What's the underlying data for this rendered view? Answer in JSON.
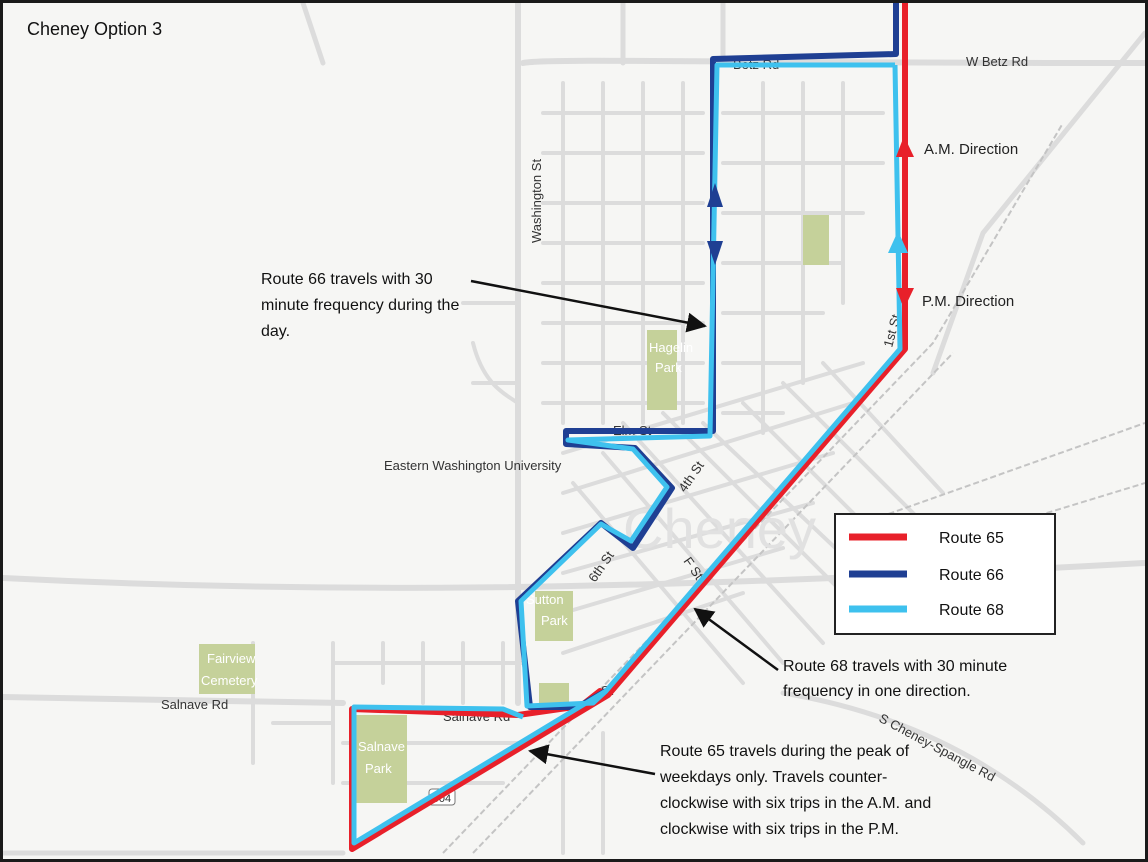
{
  "title": "Cheney Option 3",
  "streets": {
    "w_betz": "W Betz Rd",
    "betz_partial": "Betz Rd",
    "washington": "Washington St",
    "first": "1st St",
    "sixth": "6th St",
    "fourth": "4th St",
    "f_st": "F St",
    "elm": "Elm St",
    "salnave": "Salnave Rd",
    "salnave_partial": "Salnave Rd",
    "cheney_spangle": "S Cheney-Spangle Rd",
    "st_abbrev": "St"
  },
  "places": {
    "ewu": "Eastern Washington University",
    "hagelin_1": "Hagelin",
    "hagelin_2": "Park",
    "sutton_1": "Sutton",
    "sutton_2": "Park",
    "fairview_1": "Fairview",
    "fairview_2": "Cemetery",
    "salnave_park_1": "Salnave",
    "salnave_park_2": "Park",
    "city": "Cheney",
    "highway_shield": "904"
  },
  "directions": {
    "am": "A.M. Direction",
    "pm": "P.M. Direction"
  },
  "callouts": {
    "route66": [
      "Route 66 travels with 30",
      "minute frequency during the",
      "day."
    ],
    "route68": [
      "Route 68 travels with 30 minute",
      "frequency in one direction."
    ],
    "route65": [
      "Route 65 travels during the peak of",
      "weekdays only.  Travels counter-",
      "clockwise with six trips in the A.M. and",
      "clockwise with six trips in the P.M."
    ]
  },
  "legend": [
    {
      "label": "Route 65",
      "color": "#e8202a"
    },
    {
      "label": "Route 66",
      "color": "#1f3f93"
    },
    {
      "label": "Route 68",
      "color": "#3ec1ee"
    }
  ],
  "colors": {
    "route65": "#e8202a",
    "route66": "#1f3f93",
    "route68": "#3ec1ee",
    "park": "#c5d19a",
    "street": "#d9d9d9",
    "rail": "#bdbdbd"
  }
}
